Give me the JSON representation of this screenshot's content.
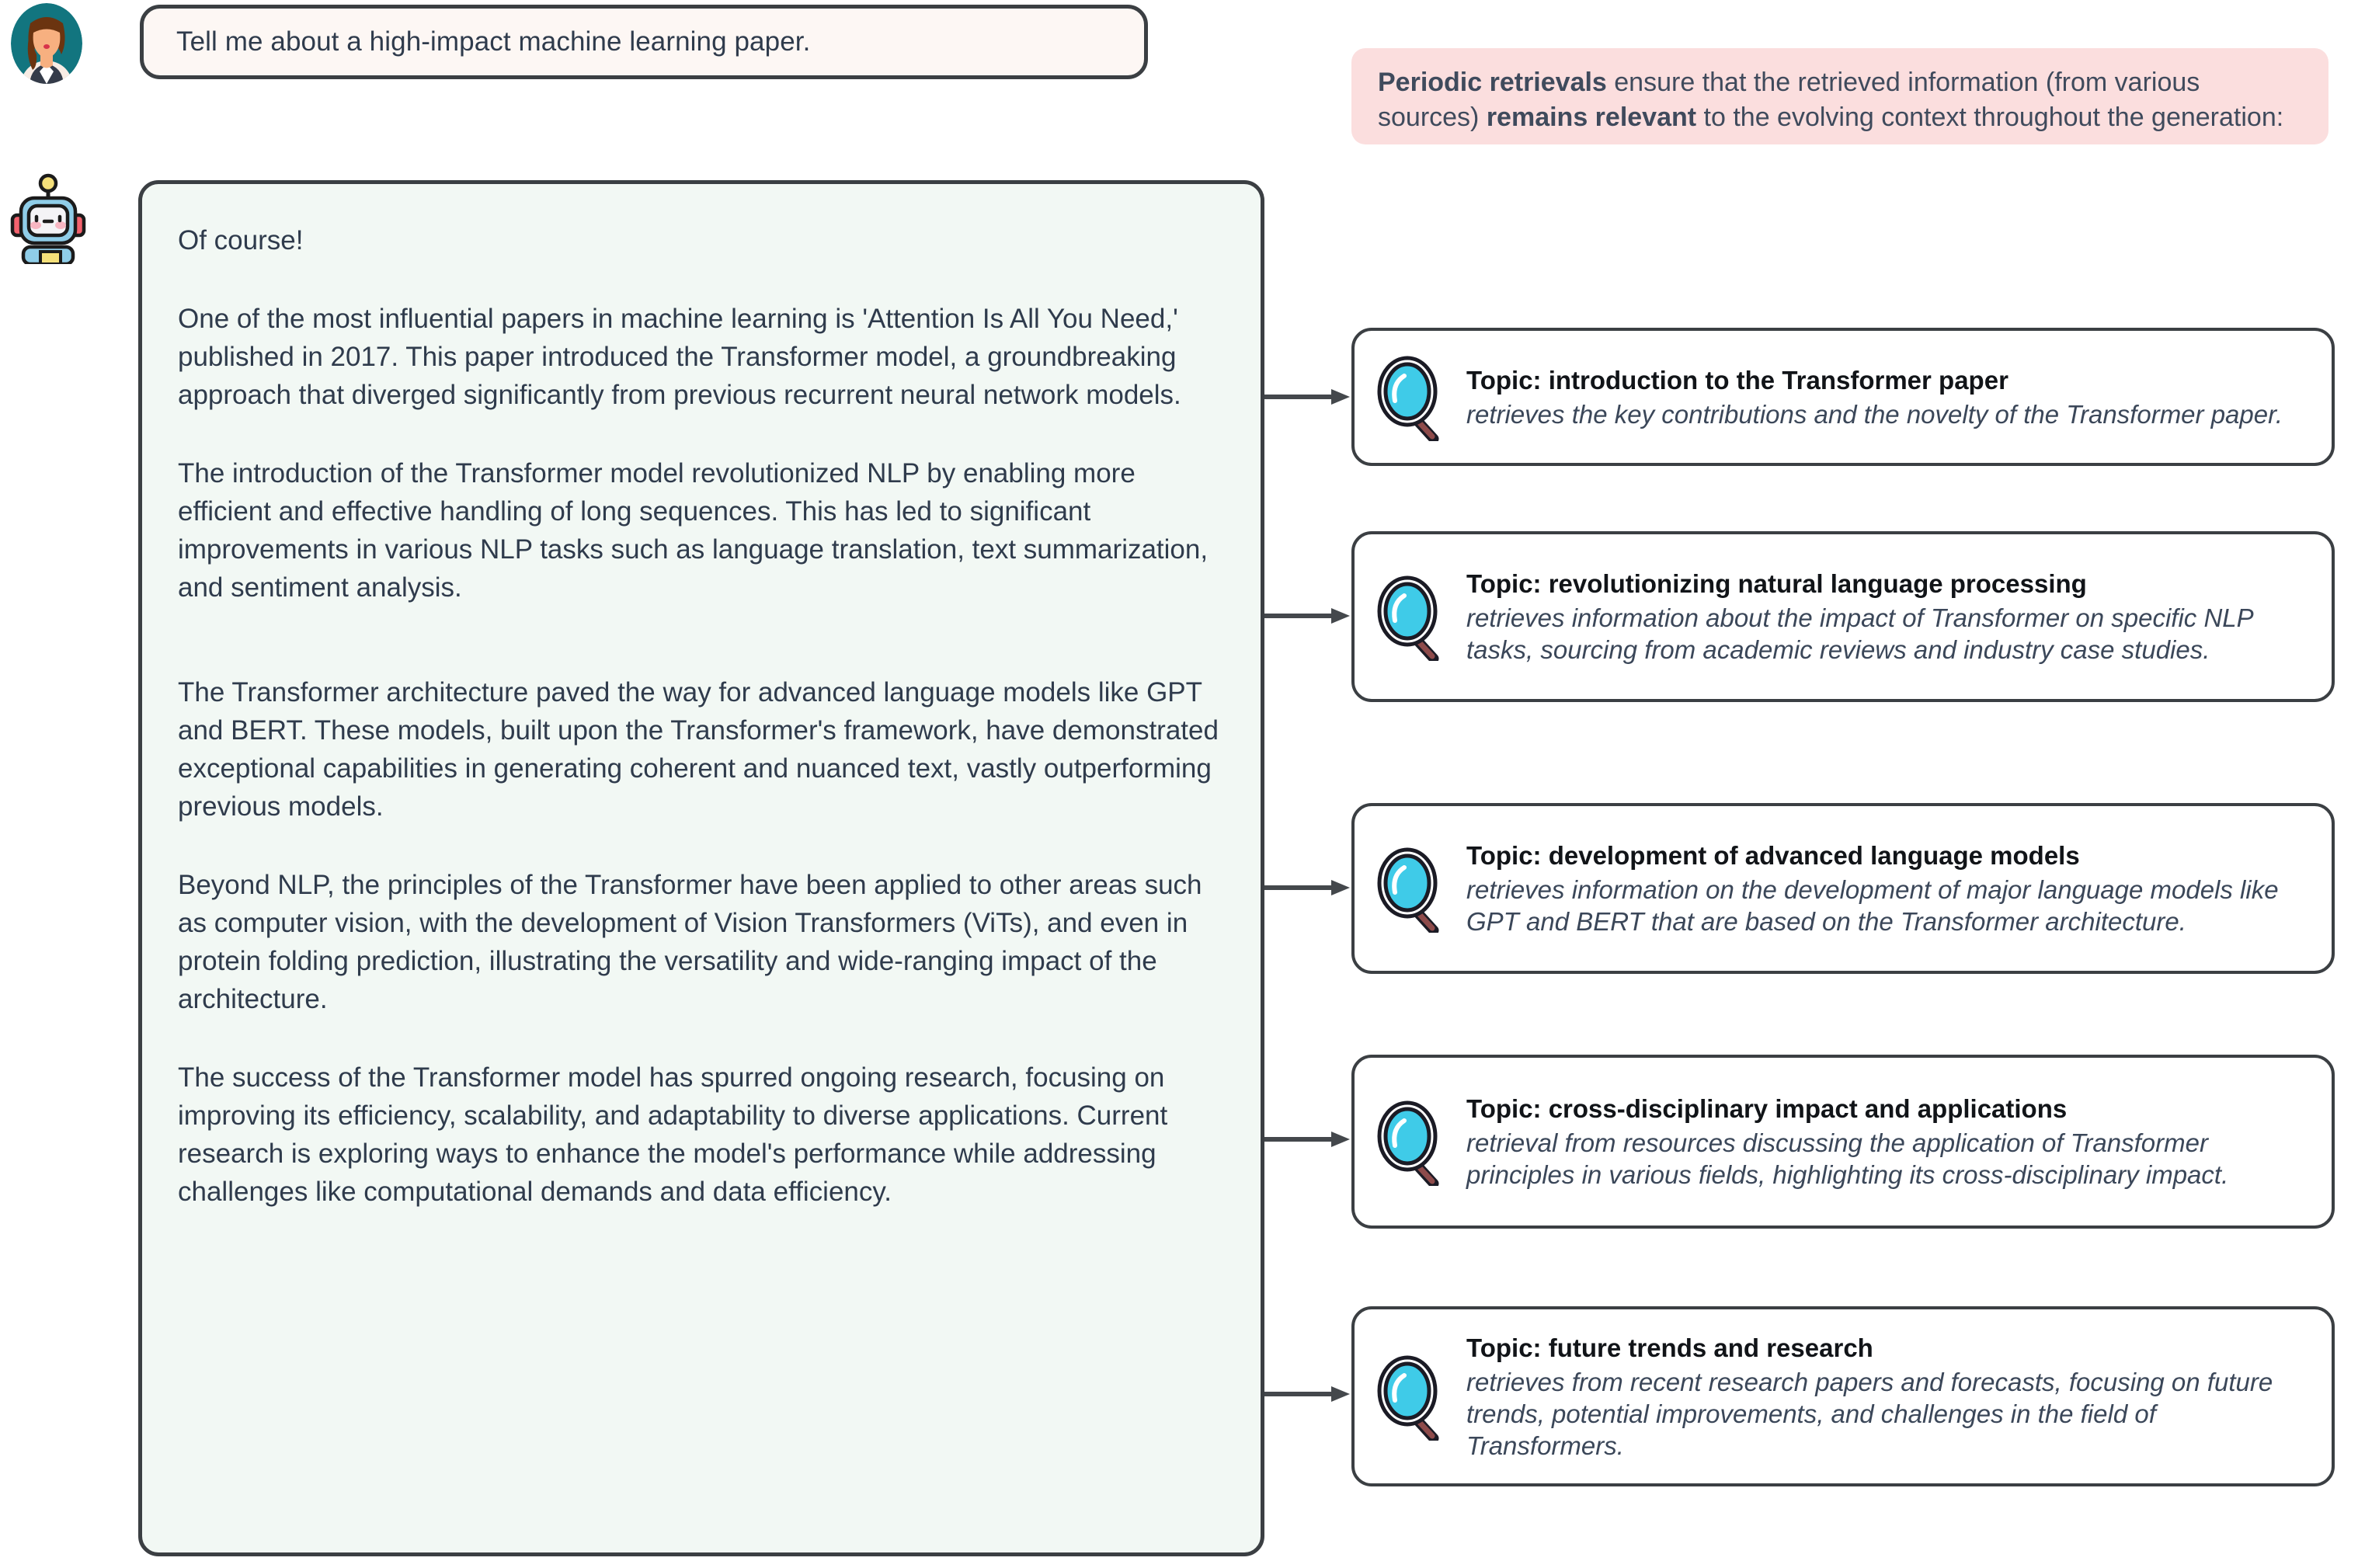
{
  "colors": {
    "user_bubble_bg": "#fdf7f4",
    "answer_bubble_bg": "#f2f8f4",
    "note_bg": "#fbdede",
    "outline": "#3b3f43",
    "text": "#2f3b4c",
    "lens_cyan": "#3fcbe8",
    "lens_handle": "#8e4b4b"
  },
  "user": {
    "avatar_icon": "woman-avatar-icon",
    "message": "Tell me about a high-impact machine learning paper."
  },
  "assistant": {
    "avatar_icon": "robot-avatar-icon",
    "paragraphs": [
      "Of course!",
      "One of the most influential papers in machine learning is 'Attention Is All You Need,' published in 2017. This paper introduced the Transformer model, a groundbreaking approach that diverged significantly from previous recurrent neural network models.",
      "The introduction of the Transformer model revolutionized NLP by enabling more efficient and effective handling of long sequences. This has led to significant improvements in various NLP tasks such as language translation, text summarization, and sentiment analysis.",
      "The Transformer architecture paved the way for advanced language models like GPT and BERT. These models, built upon the Transformer's framework, have demonstrated exceptional capabilities in generating coherent and nuanced text, vastly outperforming previous models.",
      "Beyond NLP, the principles of the Transformer have been applied to other areas such as computer vision, with the development of Vision Transformers (ViTs), and even in protein folding prediction, illustrating the versatility and wide-ranging impact of the architecture.",
      "The success of the Transformer model has spurred ongoing research, focusing on improving its efficiency, scalability, and adaptability to diverse applications. Current research is exploring ways to enhance the model's performance while addressing challenges like computational demands and data efficiency."
    ]
  },
  "note": {
    "lead": "Periodic retrievals",
    "middle_1": " ensure that the retrieved information (from various sources) ",
    "bold_2": "remains relevant",
    "tail": " to the evolving context throughout the generation:"
  },
  "retrievals": [
    {
      "icon": "magnifying-glass-icon",
      "topic": "Topic: introduction to the Transformer paper",
      "desc": "retrieves the key contributions and the novelty of the Transformer paper."
    },
    {
      "icon": "magnifying-glass-icon",
      "topic": "Topic: revolutionizing natural language processing",
      "desc": "retrieves information about the impact of Transformer on specific NLP tasks, sourcing from academic reviews and industry case studies."
    },
    {
      "icon": "magnifying-glass-icon",
      "topic": "Topic: development of advanced language models",
      "desc": "retrieves information on the development of major language models like GPT and BERT that are based on the Transformer architecture."
    },
    {
      "icon": "magnifying-glass-icon",
      "topic": "Topic: cross-disciplinary impact and applications",
      "desc": "retrieval from resources discussing the application of Transformer principles in various fields, highlighting its cross-disciplinary impact."
    },
    {
      "icon": "magnifying-glass-icon",
      "topic": "Topic: future trends and research",
      "desc": "retrieves from recent research papers and forecasts, focusing on future trends, potential improvements, and challenges in the field of Transformers."
    }
  ],
  "connectors": [
    {
      "name": "arrow-to-retrieval-1"
    },
    {
      "name": "arrow-to-retrieval-2"
    },
    {
      "name": "arrow-to-retrieval-3"
    },
    {
      "name": "arrow-to-retrieval-4"
    },
    {
      "name": "arrow-to-retrieval-5"
    }
  ]
}
